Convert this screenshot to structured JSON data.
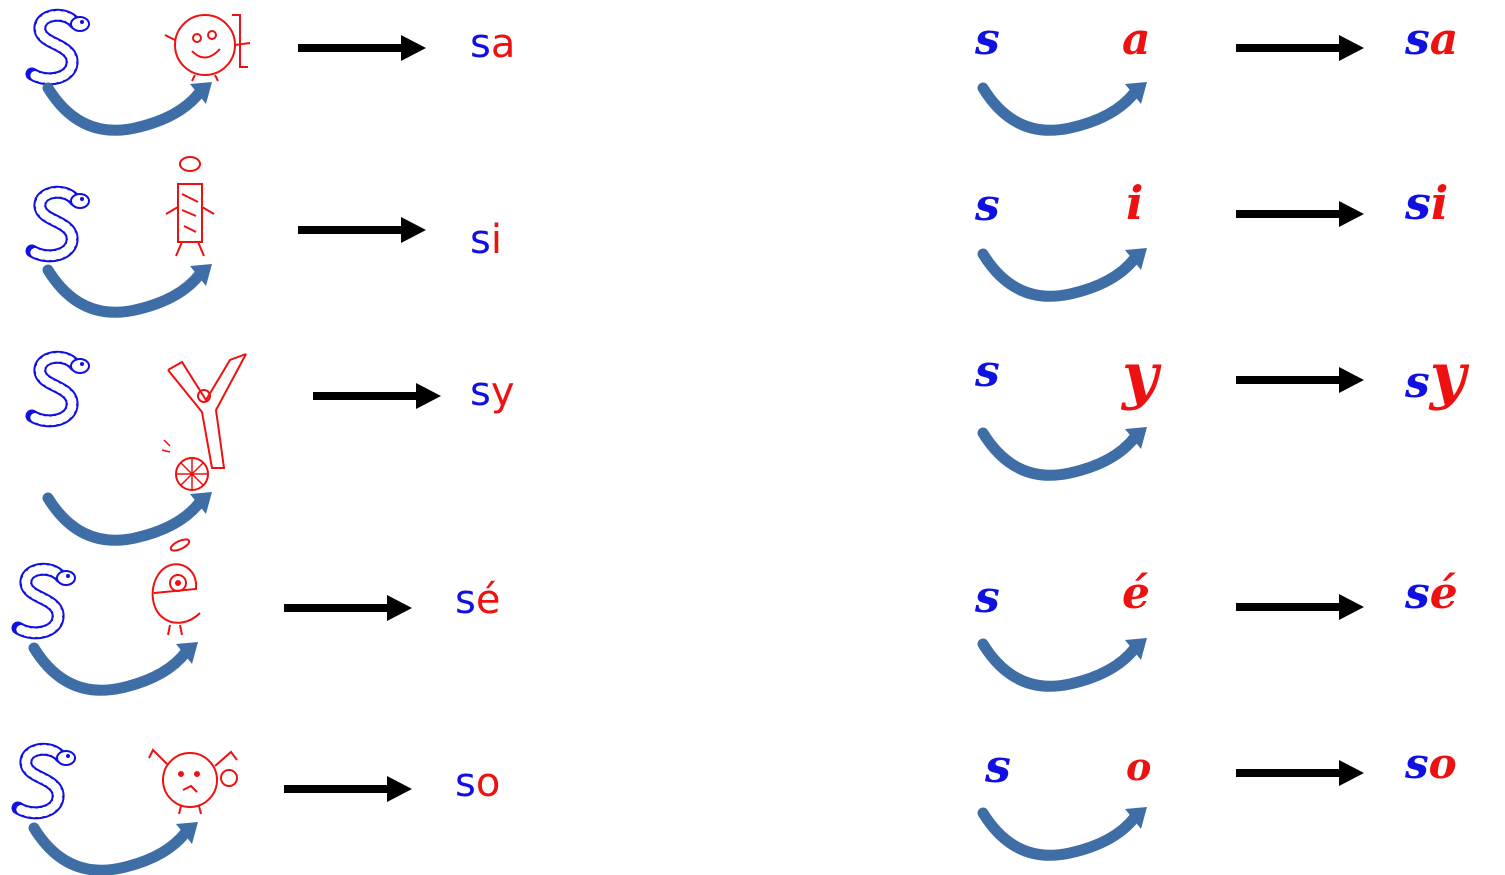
{
  "colors": {
    "consonant": "#1010e0",
    "vowel": "#ee1111",
    "arrow": "#000000",
    "curve": "#3f6ea6"
  },
  "icons": {
    "snake": "snake-s-icon",
    "vowel_characters": [
      "a-character-icon",
      "i-character-icon",
      "y-character-icon",
      "e-acute-character-icon",
      "o-character-icon"
    ]
  },
  "rows": [
    {
      "consonant": "s",
      "vowel": "a"
    },
    {
      "consonant": "s",
      "vowel": "i"
    },
    {
      "consonant": "s",
      "vowel": "y"
    },
    {
      "consonant": "s",
      "vowel": "é"
    },
    {
      "consonant": "s",
      "vowel": "o"
    }
  ]
}
